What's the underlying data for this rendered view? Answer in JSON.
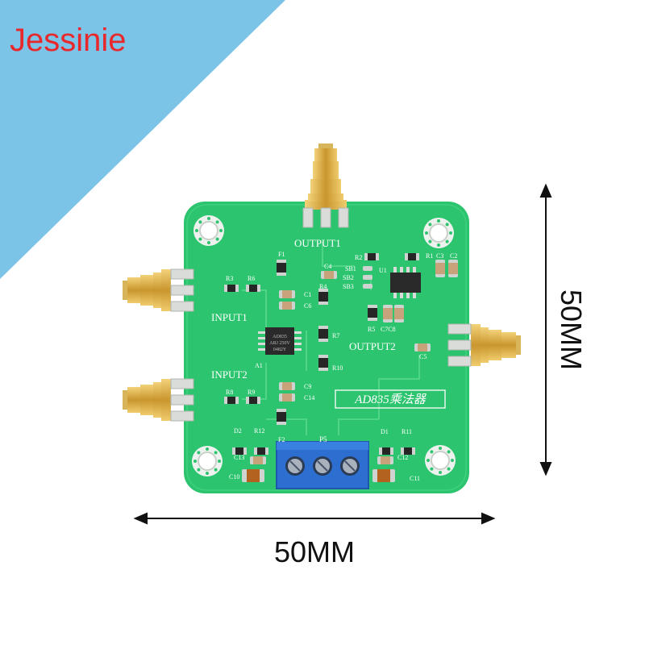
{
  "brand": "Jessinie",
  "dimensions": {
    "width_label": "50MM",
    "height_label": "50MM"
  },
  "colors": {
    "pcb": "#2cc46e",
    "corner": "#7cc3e8",
    "brand": "#e8282b",
    "terminal": "#2c6fd1",
    "connector": "#d4a63a"
  },
  "board": {
    "silk_title": "AD835乘法器",
    "labels": {
      "output1": "OUTPUT1",
      "output2": "OUTPUT2",
      "input1": "INPUT1",
      "input2": "INPUT2",
      "p5": "P5",
      "a1": "A1",
      "u1": "U1"
    },
    "chip_a1_text": [
      "AD835",
      "ARJ 250V",
      "0482Y"
    ],
    "designators": {
      "r1": "R1",
      "r2": "R2",
      "r3": "R3",
      "r4": "R4",
      "r5": "R5",
      "r6": "R6",
      "r7": "R7",
      "r8": "R8",
      "r9": "R9",
      "r10": "R10",
      "r11": "R11",
      "r12": "R12",
      "c1": "C1",
      "c2": "C2",
      "c3": "C3",
      "c4": "C4",
      "c5": "C5",
      "c6": "C6",
      "c7c8": "C7C8",
      "c9": "C9",
      "c10": "C10",
      "c11": "C11",
      "c12": "C12",
      "c13": "C13",
      "c14": "C14",
      "f1": "F1",
      "f2": "F2",
      "d1": "D1",
      "d2": "D2",
      "sb1": "SB1",
      "sb2": "SB2",
      "sb3": "SB3"
    }
  }
}
